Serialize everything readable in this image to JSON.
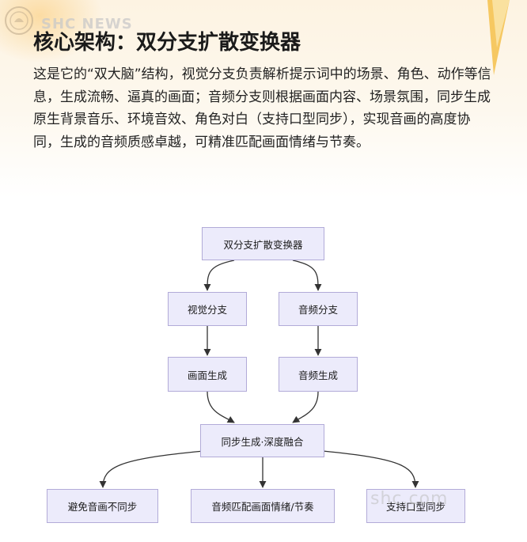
{
  "header": {
    "watermark": "SHC NEWS",
    "title": "核心架构：双分支扩散变换器",
    "description": "这是它的“双大脑”结构，视觉分支负责解析提示词中的场景、角色、动作等信息，生成流畅、逼真的画面；音频分支则根据画面内容、场景氛围，同步生成原生背景音乐、环境音效、角色对白（支持口型同步），实现音画的高度协同，生成的音频质感卓越，可精准匹配画面情绪与节奏。"
  },
  "diagram": {
    "nodes": {
      "root": "双分支扩散变换器",
      "visual": "视觉分支",
      "audio": "音频分支",
      "image_gen": "画面生成",
      "audio_gen": "音频生成",
      "fusion": "同步生成·深度融合",
      "out1": "避免音画不同步",
      "out2": "音频匹配画面情绪/节奏",
      "out3": "支持口型同步"
    }
  },
  "watermark_bottom": "shc.com",
  "colors": {
    "node_fill": "#ecebfb",
    "node_border": "#b2abd8",
    "edge": "#333333",
    "accent": "#f5c04a"
  }
}
